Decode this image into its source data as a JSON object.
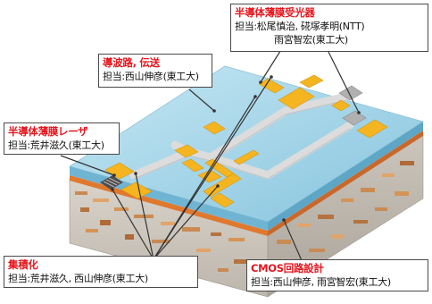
{
  "colors": {
    "accent_red": "#e8141c",
    "optical_layer": "#9cd2e8",
    "electrode_gold": "#f5b520",
    "waveguide": "#d8d8d8",
    "substrate": "#cfc9c0",
    "pointer": "#333333"
  },
  "callouts": {
    "photodetector": {
      "title": "半導体薄膜受光器",
      "line1": "担当:松尾慎治, 硴塚孝明(NTT)",
      "line2": "雨宮智宏(東工大)"
    },
    "waveguide": {
      "title": "導波路, 伝送",
      "line1": "担当:西山伸彦(東工大)"
    },
    "laser": {
      "title": "半導体薄膜レーザ",
      "line1": "担当:荒井滋久(東工大)"
    },
    "integration": {
      "title": "集積化",
      "line1": "担当:荒井滋久, 西山伸彦(東工大)"
    },
    "cmos": {
      "title": "CMOS回路設計",
      "line1": "担当:西山伸彦, 雨宮智宏(東工大)"
    }
  }
}
